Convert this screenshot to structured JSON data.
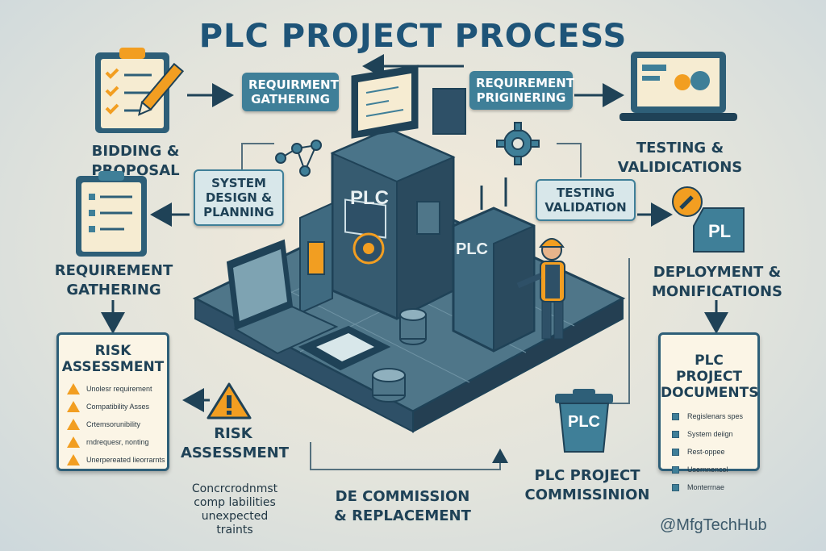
{
  "title": "PLC PROJECT PROCESS",
  "top": {
    "req_gathering_pill": "REQUIRMENT GATHERING",
    "req_engineering_pill": "REQUIREMENT PRIGINERING"
  },
  "left": {
    "bidding_label": "BIDDING & PROPOSAL",
    "system_design_pill": "SYSTEM DESIGN & PLANNING",
    "req_gathering_label": "REQUIREMENT GATHERING",
    "risk_doc": {
      "title": "RISK ASSESSMENT",
      "items": [
        "Unolesr requirement",
        "Compatibility Asses",
        "Crtemsorunibility",
        "rndrequesr, nonting",
        "Unerpereated lieorrarnts"
      ]
    },
    "risk_label": "RISK ASSESSMENT",
    "risk_sub": [
      "Concrcrodnmst",
      "comp labilities",
      "unexpected traints"
    ]
  },
  "right": {
    "testing_label": "TESTING & VALIDICATIONS",
    "testing_pill": "TESTING VALIDATION",
    "pl_badge": "PL",
    "deployment_label": "DEPLOYMENT & MONIFICATIONS",
    "docs": {
      "title": "PLC PROJECT DOCUMENTS",
      "items": [
        "Regislenars spes",
        "System deiign",
        "Rest-oppee",
        "Usernnencol",
        "Monterrnae"
      ]
    }
  },
  "bottom": {
    "decommission_label": "DE COMMISSION & REPLACEMENT",
    "commission_label": "PLC PROJECT COMMISSINION",
    "bin_label": "PLC",
    "watermark": "@MfgTechHub"
  },
  "center": {
    "plc_main": "PLC",
    "plc_second": "PLC"
  },
  "colors": {
    "accent": "#3f7f98",
    "dark": "#1f4257",
    "warning": "#f29e21",
    "paper": "#fbf5e6"
  }
}
